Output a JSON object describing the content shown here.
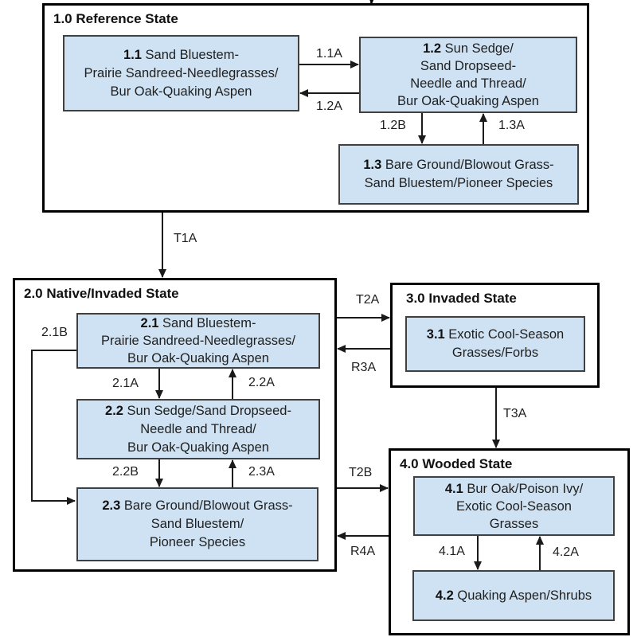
{
  "cropped_title_fragment": "y",
  "colors": {
    "community_fill": "#cfe2f3",
    "community_border": "#404040",
    "state_border": "#000000",
    "arrow": "#1a1a1a"
  },
  "states": [
    {
      "title": "1.0 Reference State",
      "communities": [
        {
          "num": "1.1",
          "name": " Sand Bluestem-\nPrairie Sandreed-Needlegrasses/\nBur Oak-Quaking Aspen"
        },
        {
          "num": "1.2",
          "name": " Sun Sedge/\nSand Dropseed-\nNeedle and Thread/\nBur Oak-Quaking Aspen"
        },
        {
          "num": "1.3",
          "name": " Bare Ground/Blowout Grass-\nSand Bluestem/Pioneer Species"
        }
      ]
    },
    {
      "title": "2.0 Native/Invaded State",
      "communities": [
        {
          "num": "2.1",
          "name": " Sand Bluestem-\nPrairie Sandreed-Needlegrasses/\nBur Oak-Quaking Aspen"
        },
        {
          "num": "2.2",
          "name": " Sun Sedge/Sand Dropseed-\nNeedle and Thread/\nBur Oak-Quaking Aspen"
        },
        {
          "num": "2.3",
          "name": " Bare Ground/Blowout Grass-\nSand Bluestem/\nPioneer Species"
        }
      ]
    },
    {
      "title": "3.0 Invaded State",
      "communities": [
        {
          "num": "3.1",
          "name": " Exotic Cool-Season\nGrasses/Forbs"
        }
      ]
    },
    {
      "title": "4.0 Wooded State",
      "communities": [
        {
          "num": "4.1",
          "name": " Bur Oak/Poison Ivy/\nExotic Cool-Season\nGrasses"
        },
        {
          "num": "4.2",
          "name": " Quaking Aspen/Shrubs"
        }
      ]
    }
  ],
  "pathways": {
    "community": [
      {
        "label": "1.1A",
        "from": "1.1",
        "to": "1.2"
      },
      {
        "label": "1.2A",
        "from": "1.2",
        "to": "1.1"
      },
      {
        "label": "1.2B",
        "from": "1.2",
        "to": "1.3"
      },
      {
        "label": "1.3A",
        "from": "1.3",
        "to": "1.2"
      },
      {
        "label": "2.1A",
        "from": "2.1",
        "to": "2.2"
      },
      {
        "label": "2.1B",
        "from": "2.1",
        "to": "2.3"
      },
      {
        "label": "2.2A",
        "from": "2.2",
        "to": "2.1"
      },
      {
        "label": "2.2B",
        "from": "2.2",
        "to": "2.3"
      },
      {
        "label": "2.3A",
        "from": "2.3",
        "to": "2.2"
      },
      {
        "label": "4.1A",
        "from": "4.1",
        "to": "4.2"
      },
      {
        "label": "4.2A",
        "from": "4.2",
        "to": "4.1"
      }
    ],
    "transitions": [
      {
        "label": "T1A",
        "from": "1.0",
        "to": "2.0"
      },
      {
        "label": "T2A",
        "from": "2.0",
        "to": "3.0"
      },
      {
        "label": "T2B",
        "from": "2.0",
        "to": "4.0"
      },
      {
        "label": "T3A",
        "from": "3.0",
        "to": "4.0"
      },
      {
        "label": "R3A",
        "from": "3.0",
        "to": "2.0"
      },
      {
        "label": "R4A",
        "from": "4.0",
        "to": "2.0"
      }
    ]
  }
}
